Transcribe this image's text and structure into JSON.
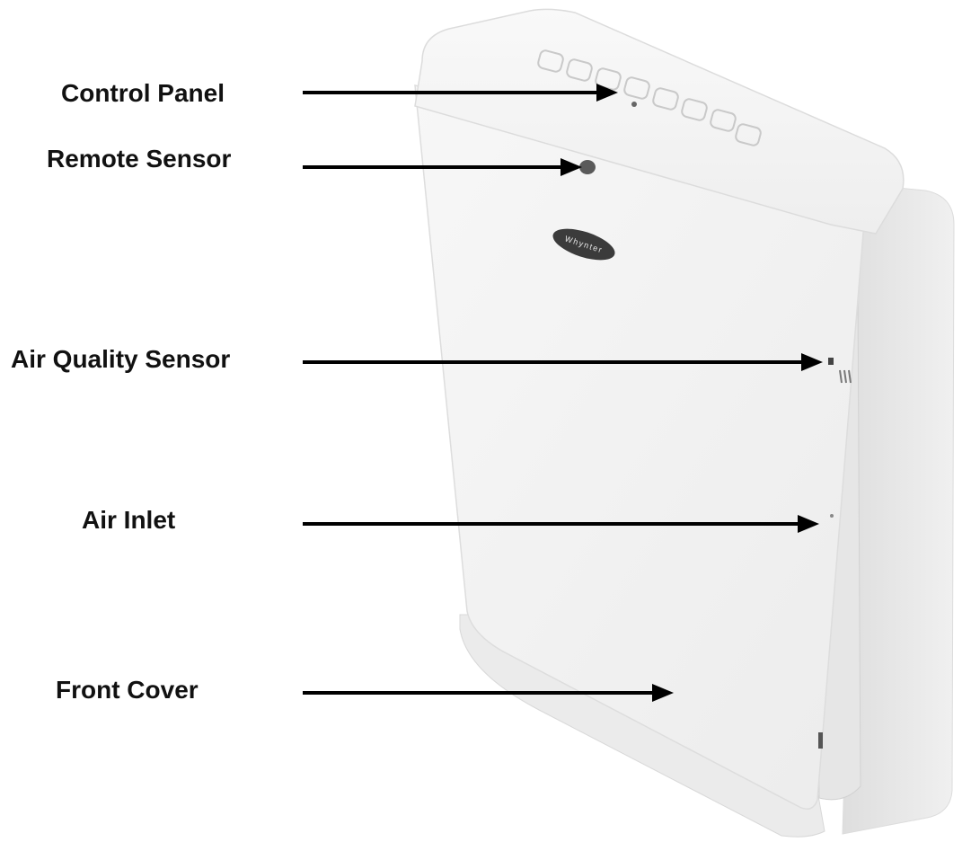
{
  "callouts": {
    "control_panel": "Control Panel",
    "remote_sensor": "Remote Sensor",
    "air_quality_sensor": "Air Quality Sensor",
    "air_inlet": "Air Inlet",
    "front_cover": "Front Cover"
  },
  "device": {
    "brand_logo": "Whynter",
    "body_color": "#f1f1f1",
    "shadow_color": "#d9d9d9",
    "sensor_color": "#555555"
  }
}
